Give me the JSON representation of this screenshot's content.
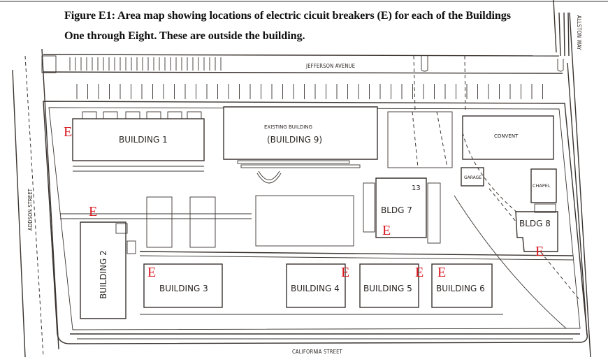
{
  "figure": {
    "caption_line1": "Figure E1: Area map showing locations of electric cicuit breakers (E) for each of the Buildings",
    "caption_line2": "One through Eight. These are outside the building."
  },
  "streets": {
    "north": "JEFFERSON AVENUE",
    "south": "CALIFORNIA STREET",
    "west": "ADDSON STREET",
    "east": "ALLSTON WAY"
  },
  "buildings": {
    "b1": "BUILDING 1",
    "b2": "BUILDING 2",
    "b3": "BUILDING 3",
    "b4": "BUILDING 4",
    "b5": "BUILDING 5",
    "b6": "BUILDING 6",
    "b7": "BLDG 7",
    "b8": "BLDG 8",
    "b9_top": "EXISTING BUILDING",
    "b9_bottom": "(BUILDING 9)",
    "convent": "CONVENT",
    "garage": "GARAGE",
    "chapel": "CHAPEL",
    "room_13": "13"
  },
  "breaker_marker": {
    "symbol": "E",
    "color": "#d8151c",
    "locations": [
      "Building 1",
      "Building 2",
      "Building 3",
      "Building 4",
      "Building 5",
      "Building 6",
      "Building 7",
      "Building 8"
    ]
  }
}
